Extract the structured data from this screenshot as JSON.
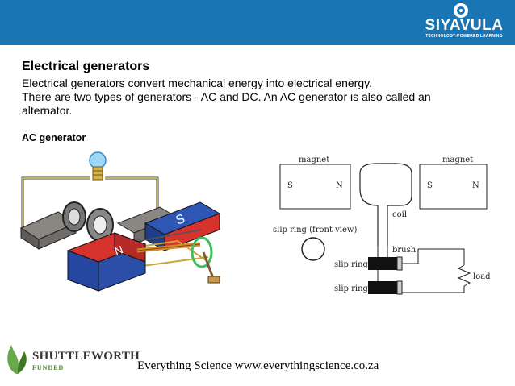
{
  "header": {
    "logo_name": "SIYAVULA",
    "logo_tagline": "TECHNOLOGY-POWERED LEARNING",
    "background_color": "#1a75b4"
  },
  "content": {
    "title": "Electrical generators",
    "lines": [
      "Electrical generators convert mechanical energy into electrical energy.",
      "There are two types of generators - AC and DC. An AC generator is also called an",
      "alternator."
    ],
    "subtitle": "AC generator"
  },
  "illustration": {
    "magnet_left_pole": "N",
    "magnet_right_pole": "S",
    "colors": {
      "north": "#d6322e",
      "south": "#2547a0",
      "wire": "#c9a53a",
      "handle": "#3cbf5a"
    }
  },
  "schematic": {
    "magnet_label_left": "magnet",
    "magnet_label_right": "magnet",
    "pole_s": "S",
    "pole_n": "N",
    "coil_label": "coil",
    "brush_label": "brush",
    "slip_ring_front_label": "slip ring (front view)",
    "slip_ring_label": "slip ring",
    "load_label": "load"
  },
  "footer": {
    "sponsor_name": "SHUTTLEWORTH",
    "sponsor_sub": "FUNDED",
    "text": "Everything Science www.everythingscience.co.za"
  }
}
